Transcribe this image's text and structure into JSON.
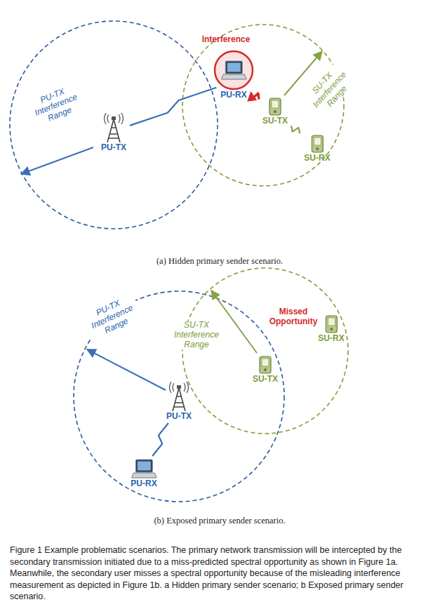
{
  "diagram": {
    "caption": "Figure 1 Example problematic scenarios. The primary network transmission will be intercepted by the secondary transmission initiated due to a miss-predicted spectral opportunity as shown in Figure 1a. Meanwhile, the secondary user misses a spectral opportunity because of the misleading interference measurement as depicted in Figure 1b. a Hidden primary sender scenario; b Exposed primary sender scenario.",
    "nodes": [
      {
        "text": [
          "PU-TX"
        ]
      },
      {
        "text": [
          "PU-RX"
        ]
      },
      {
        "text": [
          "SU-TX"
        ]
      },
      {
        "text": [
          "SU-RX"
        ]
      },
      {
        "text": [
          "PU-TX"
        ]
      },
      {
        "text": [
          "PU-RX"
        ]
      },
      {
        "text": [
          "SU-TX"
        ]
      },
      {
        "text": [
          "SU-RX"
        ]
      }
    ],
    "edges": [
      {
        "from": 0,
        "to": 1,
        "arrow": "none"
      },
      {
        "from": 2,
        "to": 1,
        "arrow": "to"
      },
      {
        "from": 2,
        "to": 3,
        "arrow": "none"
      },
      {
        "from": 4,
        "to": 5,
        "arrow": "none"
      }
    ],
    "labels": [
      "Interference",
      "PU-TX Interference Range",
      "SU-TX Interference Range",
      "(a) Hidden primary sender scenario.",
      "PU-TX Interference Range",
      "SU-TX Interference Range",
      "Missed Opportunity",
      "(b) Exposed primary sender scenario."
    ]
  }
}
